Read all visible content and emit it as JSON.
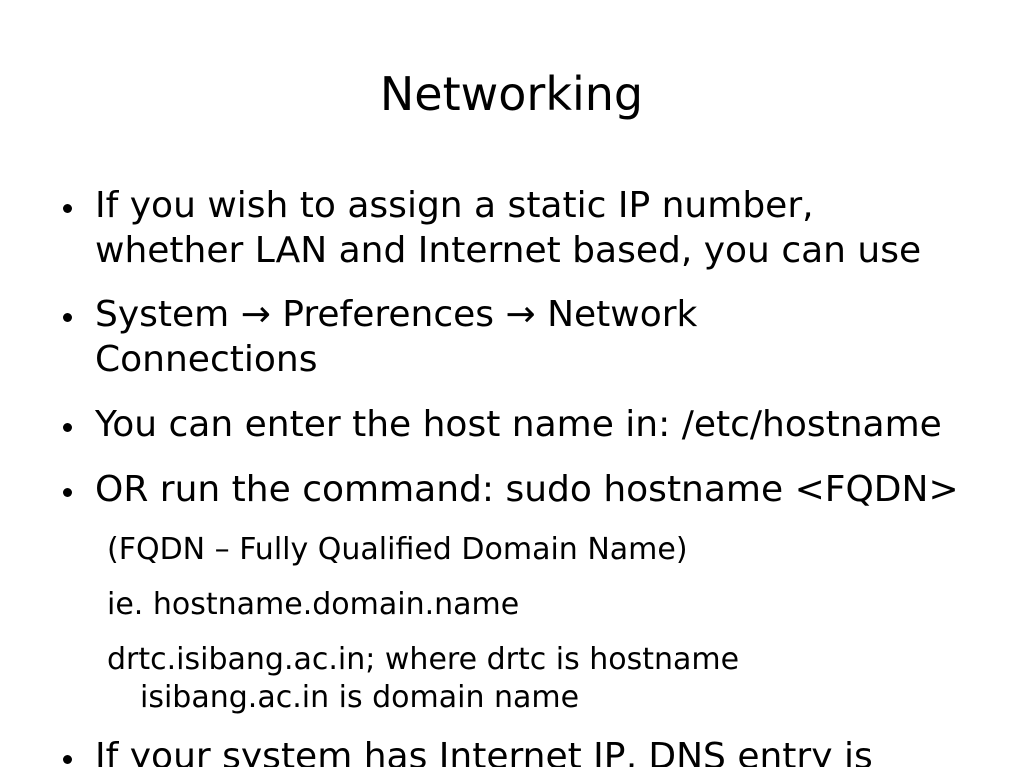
{
  "slide": {
    "title": "Networking",
    "bullets": [
      {
        "lines": [
          "If you wish to assign a static IP number,",
          "whether LAN and Internet based, you can use"
        ]
      },
      {
        "lines": [
          "System → Preferences → Network",
          "Connections"
        ]
      },
      {
        "lines": [
          "You can enter the host name in: /etc/hostname"
        ]
      },
      {
        "lines": [
          "OR run the command: sudo hostname <FQDN>"
        ]
      }
    ],
    "sub_lines": [
      "(FQDN – Fully Qualified Domain Name)",
      "ie. hostname.domain.name",
      "drtc.isibang.ac.in; where drtc is hostname",
      "isibang.ac.in is domain name"
    ],
    "last_bullet": {
      "lines": [
        "If your system has Internet IP, DNS entry is"
      ]
    }
  }
}
